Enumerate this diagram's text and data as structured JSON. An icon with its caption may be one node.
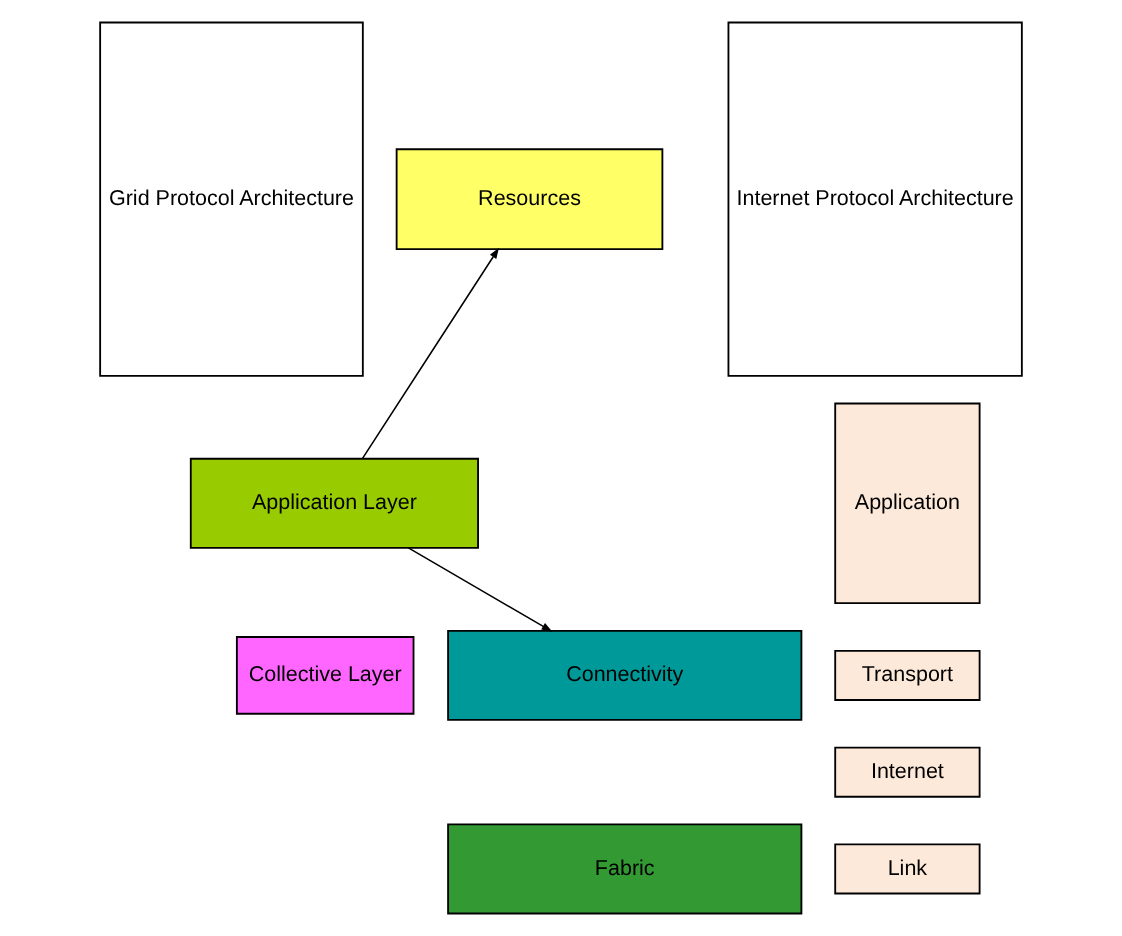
{
  "diagram": {
    "nodes": [
      {
        "text": [
          "Grid Protocol Architecture"
        ]
      },
      {
        "text": [
          "Application Layer"
        ]
      },
      {
        "text": [
          "Collective Layer"
        ]
      },
      {
        "text": [
          "Resources"
        ]
      },
      {
        "text": [
          "Connectivity"
        ]
      },
      {
        "text": [
          "Fabric"
        ]
      },
      {
        "text": [
          "Application"
        ]
      },
      {
        "text": [
          "Transport"
        ]
      },
      {
        "text": [
          "Internet"
        ]
      },
      {
        "text": [
          "Link"
        ]
      },
      {
        "text": [
          "Internet Protocol Architecture"
        ]
      }
    ],
    "edges": [
      {
        "from": 1,
        "to": 3,
        "arrow": "to"
      },
      {
        "from": 1,
        "to": 4,
        "arrow": "to"
      }
    ]
  }
}
